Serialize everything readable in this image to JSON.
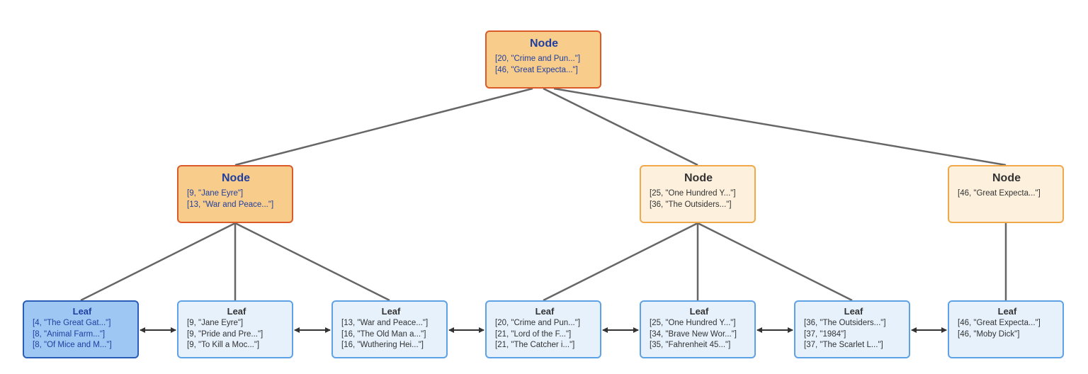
{
  "colors": {
    "edge": "#666666",
    "node_border": "#f0a94a",
    "node_fill": "#fdf1dd",
    "node_active_border": "#db5a2a",
    "node_active_fill": "#f8cc8a",
    "leaf_border": "#5ea2e6",
    "leaf_fill": "#e6f1fc",
    "leaf_active_border": "#2a5db7",
    "leaf_active_fill": "#9ec8f3",
    "active_text": "#1f3fa0"
  },
  "root": {
    "title": "Node",
    "keys": [
      "[20, \"Crime and Pun...\"]",
      "[46, \"Great Expecta...\"]"
    ],
    "active": true
  },
  "internal": [
    {
      "title": "Node",
      "keys": [
        "[9, \"Jane Eyre\"]",
        "[13, \"War and Peace...\"]"
      ],
      "active": true
    },
    {
      "title": "Node",
      "keys": [
        "[25, \"One Hundred Y...\"]",
        "[36, \"The Outsiders...\"]"
      ],
      "active": false
    },
    {
      "title": "Node",
      "keys": [
        "[46, \"Great Expecta...\"]"
      ],
      "active": false
    }
  ],
  "leaves": [
    {
      "title": "Leaf",
      "keys": [
        "[4, \"The Great Gat...\"]",
        "[8, \"Animal Farm...\"]",
        "[8, \"Of Mice and M...\"]"
      ],
      "active": true
    },
    {
      "title": "Leaf",
      "keys": [
        "[9, \"Jane Eyre\"]",
        "[9, \"Pride and Pre...\"]",
        "[9, \"To Kill a Moc...\"]"
      ],
      "active": false
    },
    {
      "title": "Leaf",
      "keys": [
        "[13, \"War and Peace...\"]",
        "[16, \"The Old Man a...\"]",
        "[16, \"Wuthering Hei...\"]"
      ],
      "active": false
    },
    {
      "title": "Leaf",
      "keys": [
        "[20, \"Crime and Pun...\"]",
        "[21, \"Lord of the F...\"]",
        "[21, \"The Catcher i...\"]"
      ],
      "active": false
    },
    {
      "title": "Leaf",
      "keys": [
        "[25, \"One Hundred Y...\"]",
        "[34, \"Brave New Wor...\"]",
        "[35, \"Fahrenheit 45...\"]"
      ],
      "active": false
    },
    {
      "title": "Leaf",
      "keys": [
        "[36, \"The Outsiders...\"]",
        "[37, \"1984\"]",
        "[37, \"The Scarlet L...\"]"
      ],
      "active": false
    },
    {
      "title": "Leaf",
      "keys": [
        "[46, \"Great Expecta...\"]",
        "[46, \"Moby Dick\"]"
      ],
      "active": false
    }
  ]
}
